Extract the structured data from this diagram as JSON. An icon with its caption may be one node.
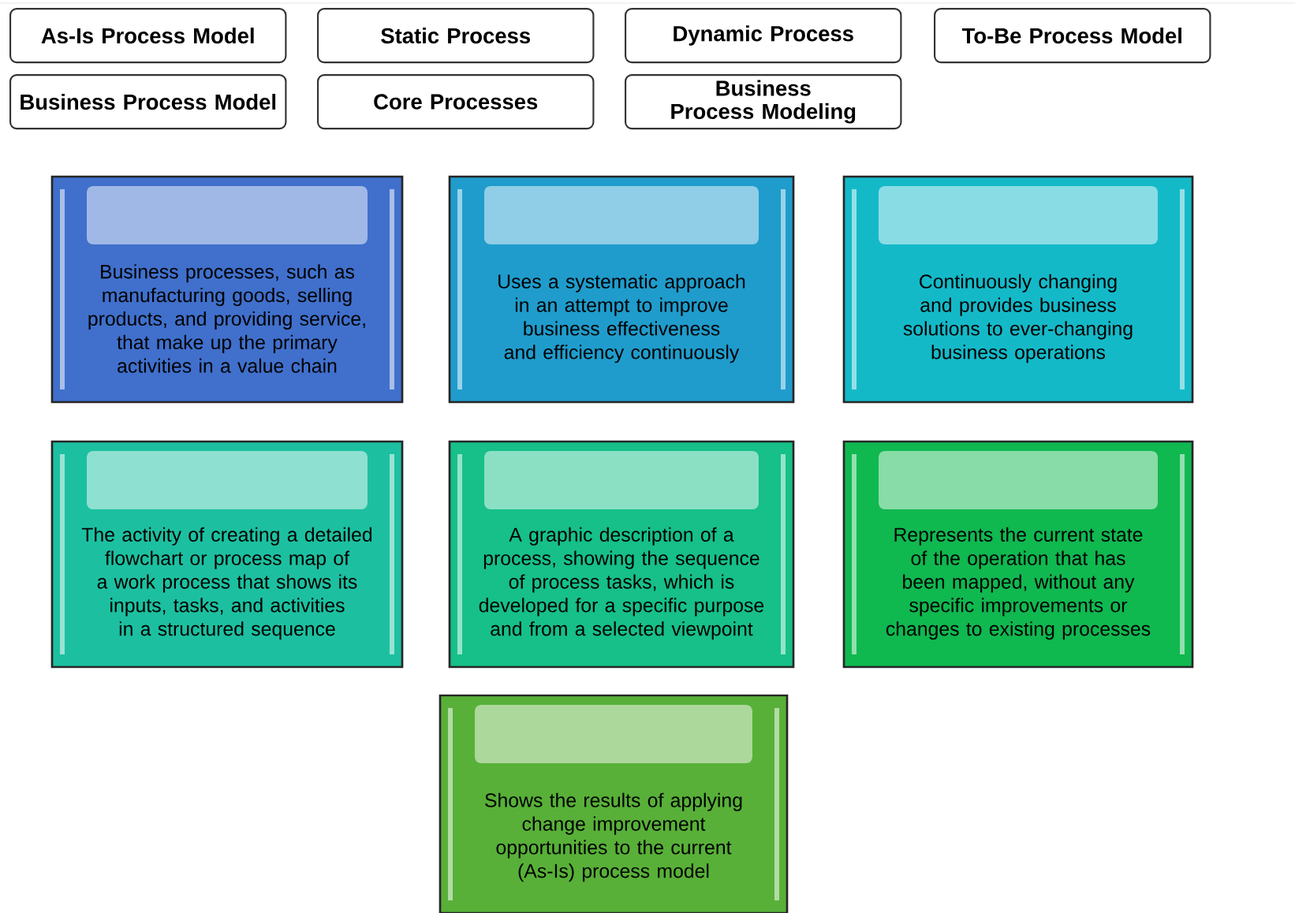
{
  "diagram": {
    "nodes": [
      {
        "text": [
          "As-Is Process Model"
        ]
      },
      {
        "text": [
          "Static Process"
        ]
      },
      {
        "text": [
          "Dynamic Process"
        ]
      },
      {
        "text": [
          "To-Be Process Model"
        ]
      },
      {
        "text": [
          "Business Process Model"
        ]
      },
      {
        "text": [
          "Core Processes"
        ]
      },
      {
        "text": [
          "Business Process Modeling"
        ]
      },
      {
        "text": [
          "Business processes, such as manufacturing goods, selling products, and providing service, that make up the primary activities in a value chain"
        ]
      },
      {
        "text": [],
        "shape": "box",
        "in": 7
      },
      {
        "text": [
          "Uses a systematic approach in an attempt to improve business effectiveness and efficiency continuously"
        ]
      },
      {
        "text": [],
        "shape": "box",
        "in": 9
      },
      {
        "text": [
          "Continuously changing and provides business solutions to ever-changing business operations"
        ]
      },
      {
        "text": [],
        "shape": "box",
        "in": 11
      },
      {
        "text": [
          "The activity of creating a detailed flowchart or process map of a work process that shows its inputs, tasks, and activities in a structured sequence"
        ]
      },
      {
        "text": [],
        "shape": "box",
        "in": 13
      },
      {
        "text": [
          "A graphic description of a process, showing the sequence of process tasks, which is developed for a specific purpose and from a selected viewpoint"
        ]
      },
      {
        "text": [],
        "shape": "box",
        "in": 15
      },
      {
        "text": [
          "Represents the current state of the operation that has been mapped, without any specific improvements or changes to existing processes"
        ]
      },
      {
        "text": [],
        "shape": "box",
        "in": 17
      },
      {
        "text": [
          "Shows the results of applying change improvement opportunities to the current (As-Is) process model"
        ]
      },
      {
        "text": [],
        "shape": "box",
        "in": 19
      }
    ]
  }
}
